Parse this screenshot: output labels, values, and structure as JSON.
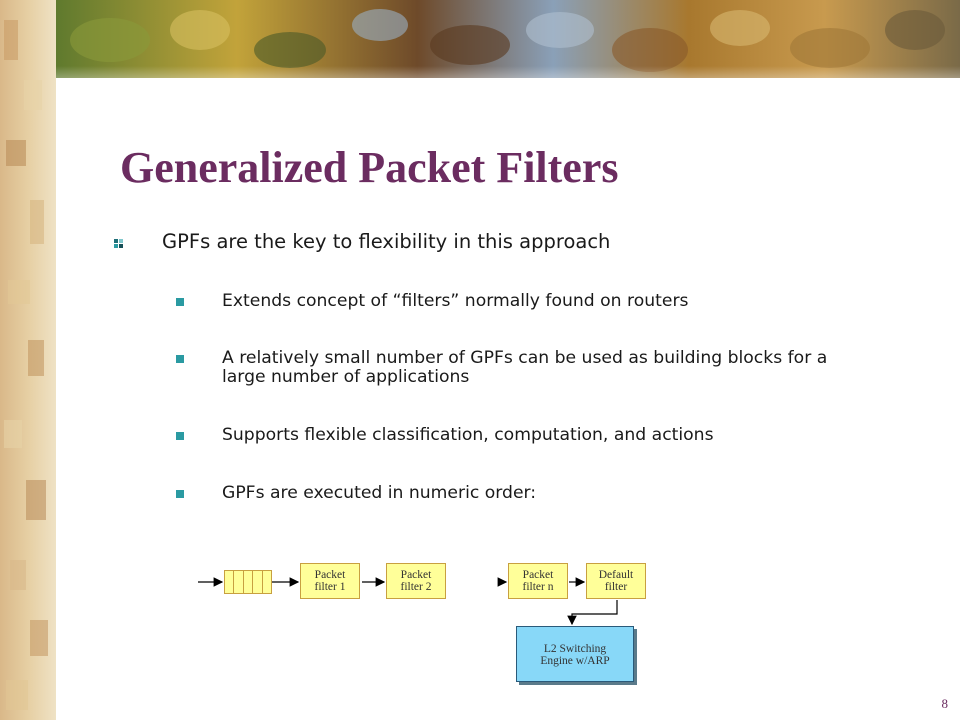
{
  "slide": {
    "title": "Generalized Packet Filters",
    "page_number": "8"
  },
  "bullets": {
    "main": "GPFs are the key to flexibility in this approach",
    "sub": [
      "Extends concept of “filters” normally found on routers",
      "A relatively small number of GPFs can be used as building blocks for a large number of applications",
      "Supports flexible classification, computation, and actions",
      "GPFs are executed in numeric order:"
    ]
  },
  "diagram": {
    "filters": [
      {
        "line1": "Packet",
        "line2": "filter 1"
      },
      {
        "line1": "Packet",
        "line2": "filter 2"
      },
      {
        "line1": "Packet",
        "line2": "filter n"
      },
      {
        "line1": "Default",
        "line2": "filter"
      }
    ],
    "engine": {
      "line1": "L2 Switching",
      "line2": "Engine w/ARP"
    }
  },
  "colors": {
    "title": "#6b2c60",
    "bullet": "#2a9aa2",
    "filter_fill": "#ffff99",
    "engine_fill": "#88d8f8"
  }
}
